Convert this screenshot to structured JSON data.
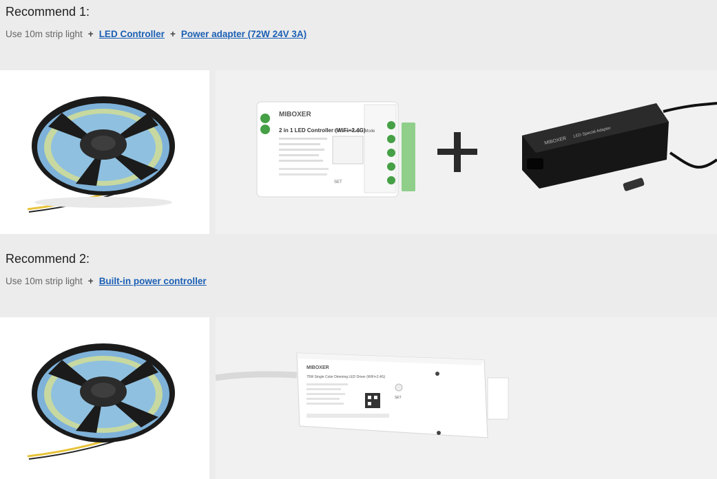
{
  "recommend1": {
    "title": "Recommend 1:",
    "prefix": "Use 10m strip light",
    "plus": "+",
    "link1": "LED Controller",
    "link2": "Power adapter (72W 24V 3A)"
  },
  "recommend2": {
    "title": "Recommend 2:",
    "prefix": "Use 10m strip light",
    "plus": "+",
    "link1": "Built-in power controller"
  },
  "controller_label": {
    "brand": "MIBOXER",
    "name": "2 in 1 LED Controller (WiFi+2.4G)",
    "output_mode": "Indicator Output Mode",
    "set": "SET"
  },
  "adapter_label": {
    "brand": "MIBOXER",
    "name": "LED Special Adapter"
  },
  "driver_label": {
    "brand": "MIBOXER",
    "name": "75W Single Color Dimming LED Driver (WiFi+2.4G)",
    "set": "SET"
  },
  "colors": {
    "link": "#1a5fb4",
    "background": "#ececec"
  },
  "icons": [
    "led-strip-reel-icon",
    "led-controller-icon",
    "plus-icon",
    "power-adapter-icon",
    "led-driver-icon"
  ]
}
